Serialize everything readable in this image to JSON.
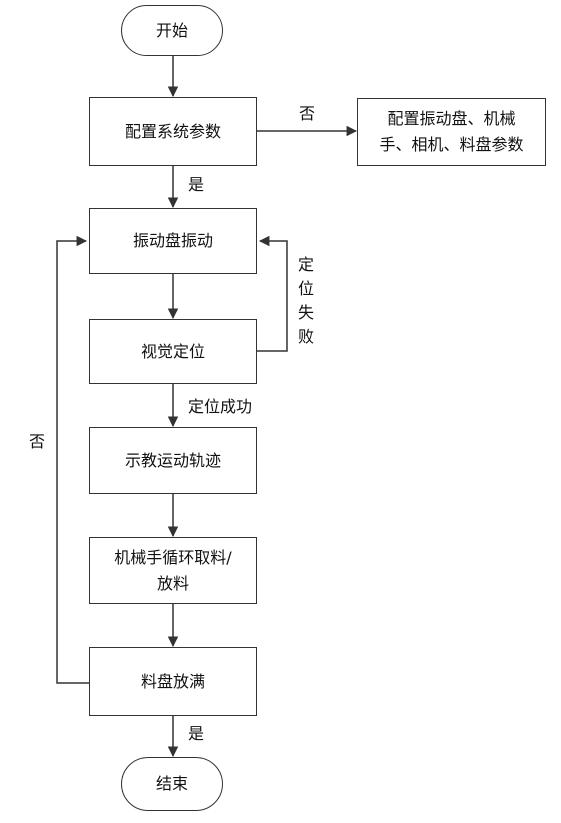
{
  "nodes": {
    "start": "开始",
    "config": "配置系统参数",
    "config_other": "配置振动盘、机械\n手、相机、料盘参数",
    "vibrate": "振动盘振动",
    "vision": "视觉定位",
    "teach": "示教运动轨迹",
    "robot": "机械手循环取料/\n放料",
    "tray_full": "料盘放满",
    "end": "结束"
  },
  "edges": {
    "config_no": "否",
    "config_yes": "是",
    "locate_fail": "定位失败",
    "locate_success": "定位成功",
    "tray_no": "否",
    "tray_yes": "是"
  }
}
